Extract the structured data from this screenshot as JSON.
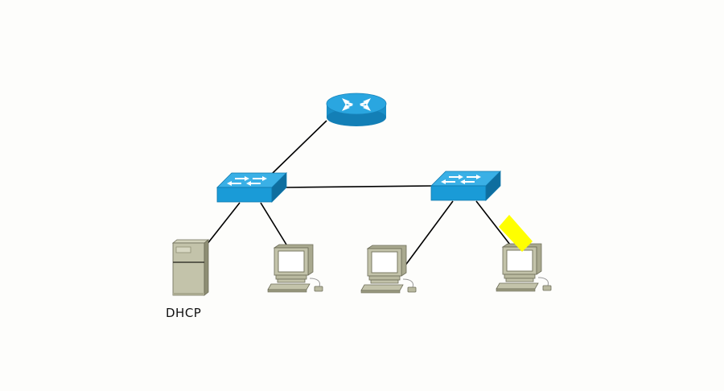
{
  "diagram": {
    "title": "",
    "nodes": [
      {
        "id": "router",
        "type": "router",
        "label": ""
      },
      {
        "id": "switch1",
        "type": "switch",
        "label": ""
      },
      {
        "id": "switch2",
        "type": "switch",
        "label": ""
      },
      {
        "id": "server",
        "type": "server",
        "label": "DHCP"
      },
      {
        "id": "pc1",
        "type": "pc",
        "label": ""
      },
      {
        "id": "pc2",
        "type": "pc",
        "label": ""
      },
      {
        "id": "pc3",
        "type": "pc",
        "label": ""
      }
    ],
    "links": [
      {
        "from": "router",
        "to": "switch1"
      },
      {
        "from": "switch1",
        "to": "switch2"
      },
      {
        "from": "switch1",
        "to": "server"
      },
      {
        "from": "switch1",
        "to": "pc1"
      },
      {
        "from": "switch2",
        "to": "pc2"
      },
      {
        "from": "switch2",
        "to": "pc3"
      }
    ],
    "highlight": {
      "target": "pc3",
      "color": "#ffff00"
    },
    "colors": {
      "device_blue": "#1a9bd7",
      "device_blue_dark": "#0e78ad",
      "device_beige": "#c3c3aa",
      "device_beige_dark": "#8e8e74",
      "link": "#000000",
      "background": "#fdfdfb"
    }
  }
}
